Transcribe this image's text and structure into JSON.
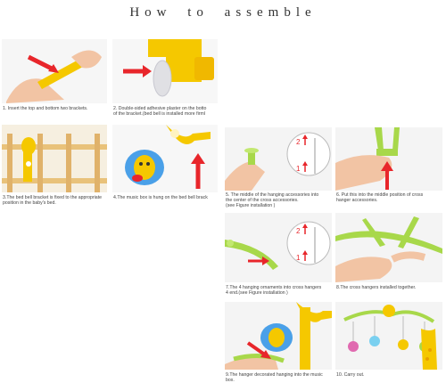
{
  "title": "How  to  assemble",
  "steps": [
    {
      "caption": "1. Insert the top and bottom two brackets."
    },
    {
      "caption": "2. Double-sided adhesive plaster on the botto\nof the bracket.(bed bell is installed more firml"
    },
    {
      "caption": "3.The bed bell bracket is fixed to the appropriate\n   position in the baby's bed."
    },
    {
      "caption": "4.The music box is hung on the bed bell brack"
    },
    {
      "caption": "5. The middle of the hanging accessories into\nthe center of the cross accessories.\n(see Figure installation )"
    },
    {
      "caption": "6. Put this into the middle position of cross\nhanger accessories."
    },
    {
      "caption": "7.The 4 hanging ornaments into cross hangers\n  4 end.(see Figure installation )"
    },
    {
      "caption": "8.The cross hangers installed together."
    },
    {
      "caption": "9.The hanger decorated hanging into the music\n   box."
    },
    {
      "caption": "10. Carry out."
    }
  ],
  "diagram_numbers": {
    "step5_top": "2",
    "step5_bottom": "1",
    "step7_top": "2",
    "step7_bottom": "1"
  },
  "colors": {
    "arrow": "#e8262b",
    "plastic_yellow": "#f5c800",
    "plastic_green": "#a8d84a",
    "skin": "#f2c4a4",
    "wood": "#e9c27a"
  }
}
